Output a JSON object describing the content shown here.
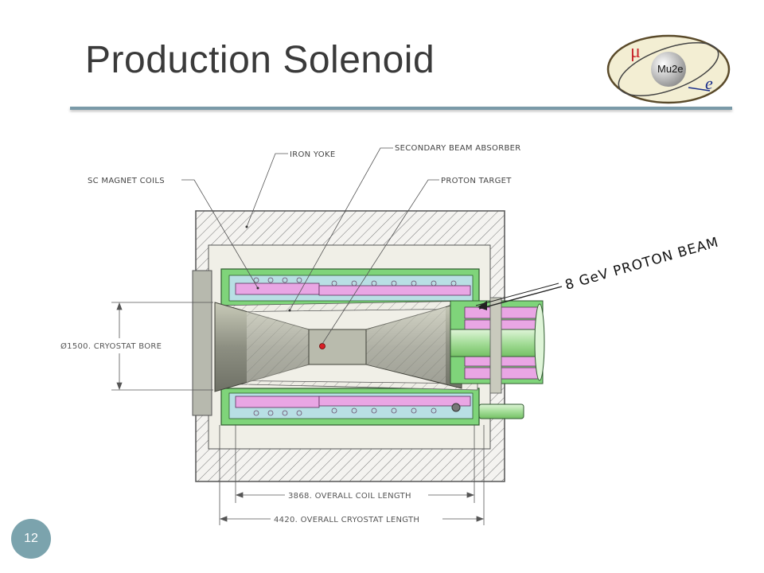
{
  "slide": {
    "title": "Production Solenoid",
    "page_number": "12"
  },
  "logo": {
    "text": "Mu2e",
    "mu_symbol": "μ",
    "e_symbol": "e"
  },
  "diagram": {
    "labels": {
      "iron_yoke": "IRON YOKE",
      "secondary_beam_absorber": "SECONDARY BEAM ABSORBER",
      "sc_magnet_coils": "SC MAGNET COILS",
      "proton_target": "PROTON TARGET",
      "proton_beam": "8 GeV PROTON BEAM",
      "bore": "Ø1500. CRYOSTAT BORE",
      "coil_length": "3868. OVERALL COIL LENGTH",
      "cryostat_length": "4420. OVERALL CRYOSTAT LENGTH"
    }
  },
  "colors": {
    "accent_rule": "#7a9aa8",
    "page_badge": "#7ba3ad",
    "coil_pink": "#e9a6e4",
    "cryostat_green": "#7fd47a",
    "absorber_gray": "#9a9c90"
  }
}
